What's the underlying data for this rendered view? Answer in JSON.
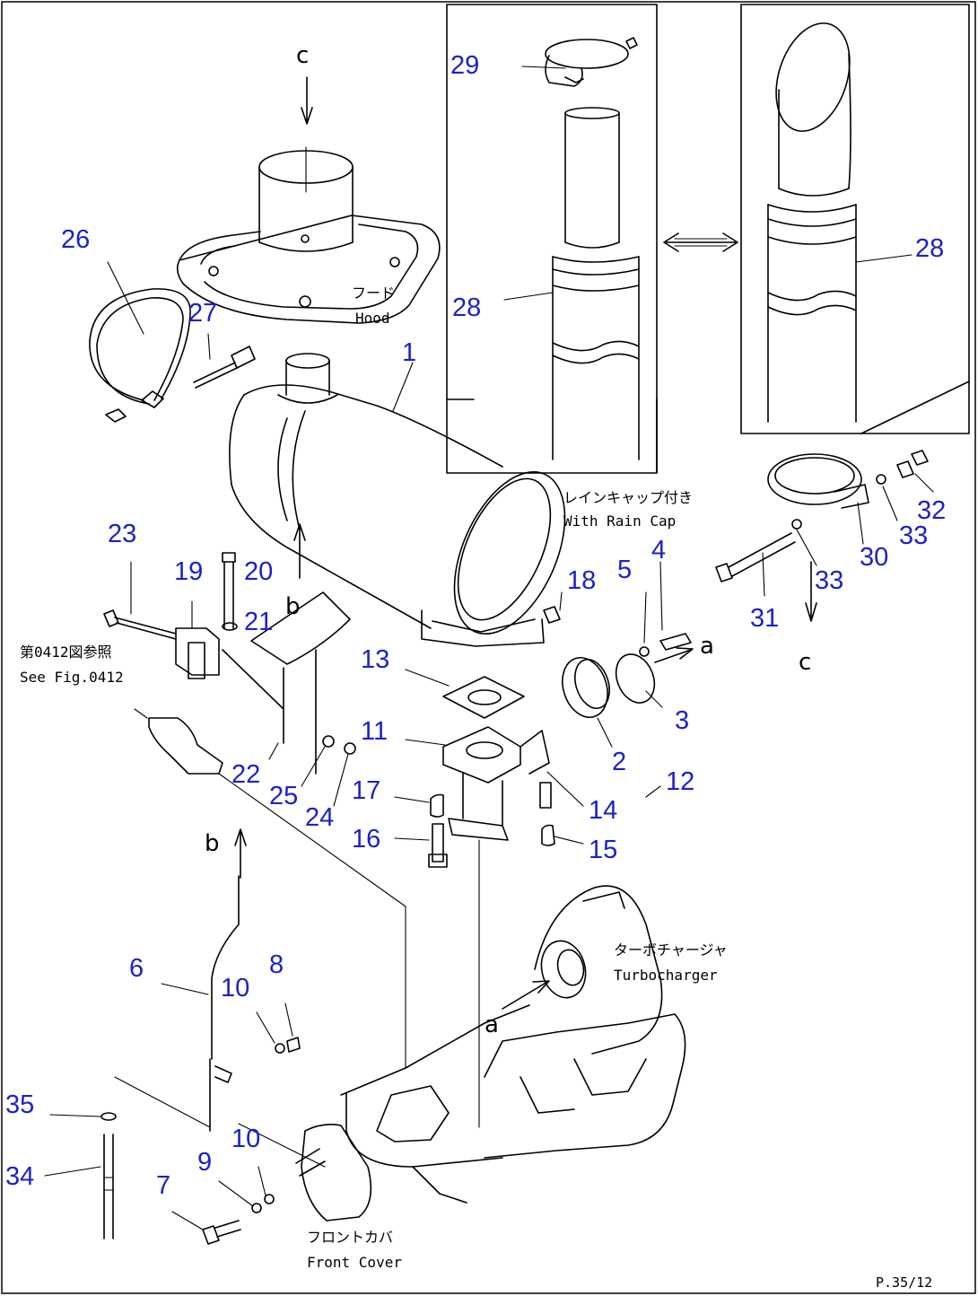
{
  "drawing": {
    "code": "P.35/12",
    "callouts": [
      "1",
      "2",
      "3",
      "4",
      "5",
      "6",
      "7",
      "8",
      "9",
      "10",
      "11",
      "12",
      "13",
      "14",
      "15",
      "16",
      "17",
      "18",
      "19",
      "20",
      "21",
      "22",
      "23",
      "24",
      "25",
      "26",
      "27",
      "28",
      "29",
      "30",
      "31",
      "32",
      "33",
      "34",
      "35"
    ],
    "letters": {
      "a": "a",
      "b": "b",
      "c": "c"
    },
    "labels": {
      "hood_jp": "フード",
      "hood_en": "Hood",
      "rain_cap_jp": "レインキャップ付き",
      "rain_cap_en": "With Rain Cap",
      "see_fig_jp": "第0412図参照",
      "see_fig_en": "See Fig.0412",
      "turbo_jp": "ターボチャージャ",
      "turbo_en": "Turbocharger",
      "front_cover_jp": "フロントカバ",
      "front_cover_en": "Front Cover"
    }
  }
}
